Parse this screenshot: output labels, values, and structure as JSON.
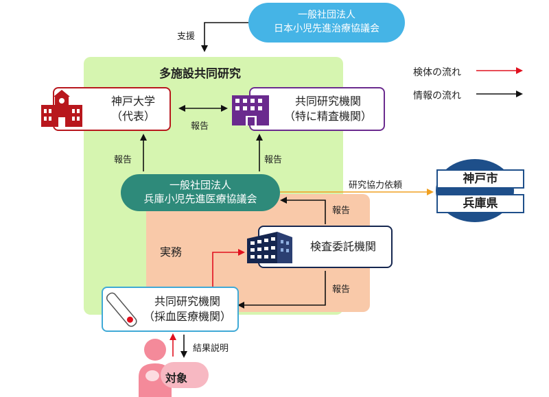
{
  "support_org": {
    "line1": "一般社団法人",
    "line2": "日本小児先進治療協議会"
  },
  "support_label": "支援",
  "study": {
    "title": "多施設共同研究"
  },
  "kobe_univ": {
    "line1": "神戸大学",
    "line2": "（代表）"
  },
  "joint_inspection": {
    "line1": "共同研究機関",
    "line2": "（特に精査機関）"
  },
  "report_labels": {
    "between": "報告",
    "left_up": "報告",
    "right_up": "報告",
    "from_lab": "報告",
    "to_lab": "報告"
  },
  "hyogo_org": {
    "line1": "一般社団法人",
    "line2": "兵庫小児先進医療協議会"
  },
  "request_label": "研究協力依頼",
  "cities": {
    "kobe": "神戸市",
    "hyogo": "兵庫県"
  },
  "practice_label": "実務",
  "lab": {
    "label": "検査委託機関"
  },
  "collection": {
    "line1": "共同研究機関",
    "line2": "（採血医療機関）"
  },
  "subject": {
    "label": "対象"
  },
  "result_label": "結果説明",
  "legend": {
    "specimen": "検体の流れ",
    "info": "情報の流れ"
  },
  "colors": {
    "specimen_flow": "#e0101e",
    "info_flow": "#111111",
    "request_flow": "#f0a020"
  }
}
